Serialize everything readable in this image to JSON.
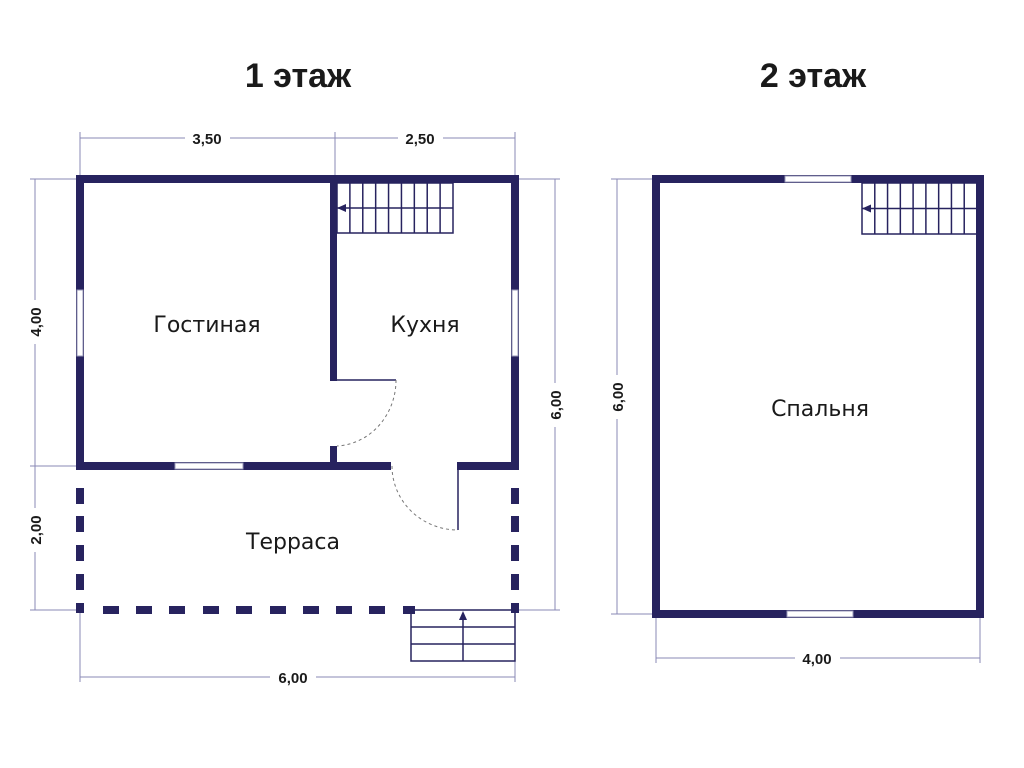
{
  "floor1": {
    "title": "1 этаж",
    "rooms": {
      "living": "Гостиная",
      "kitchen": "Кухня",
      "terrace": "Терраса"
    },
    "dims": {
      "top_left": "3,50",
      "top_right": "2,50",
      "left_top": "4,00",
      "left_bottom": "2,00",
      "right": "6,00",
      "bottom": "6,00"
    }
  },
  "floor2": {
    "title": "2 этаж",
    "rooms": {
      "bedroom": "Спальня"
    },
    "dims": {
      "left": "6,00",
      "bottom": "4,00"
    }
  },
  "colors": {
    "wall": "#27235f"
  }
}
